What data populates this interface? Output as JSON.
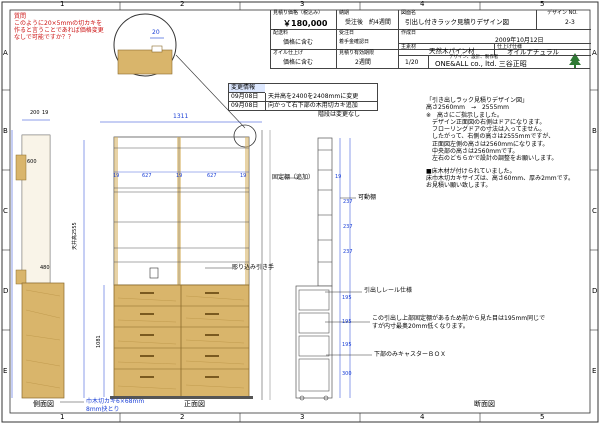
{
  "grid": {
    "columns": [
      "1",
      "2",
      "3",
      "4",
      "5"
    ],
    "rows": [
      "A",
      "B",
      "C",
      "D",
      "E"
    ]
  },
  "callout_note": [
    "質問",
    "このように20×5mmの切カキを",
    "作ると言うことであれば価格変更",
    "なしで可能ですか？？"
  ],
  "callout_dimension": "20",
  "title_block": {
    "price_label": "見積り価格（税込み）",
    "price_value": "￥180,000",
    "delivery_label": "納期",
    "delivery_terms": "受注後",
    "delivery_period": "約4週間",
    "drawing_name_label": "図面名",
    "drawing_name": "引出し付きラック見積りデザイン図",
    "drawing_no_label": "デザイン NO.",
    "drawing_no": "2-3",
    "shipping_label": "配送料",
    "shipping_value": "価格に含む",
    "order_date_label": "受注日",
    "order_check_label": "着手金確認日",
    "date_label": "作成日",
    "date_value": "2009年10月12日",
    "material_label": "主素材",
    "material_value": "天然木パイン材",
    "finish_label": "仕上げ仕様",
    "finish_value": "オイルナチュラル",
    "oil_label": "オイル仕上げ",
    "oil_value": "価格に含む",
    "validity_label": "見積り有効期限",
    "validity_value": "2週間",
    "scale": "1/20",
    "designer_label": "デザイン、設計、製作者",
    "company": "ONE&ALL co., ltd. 三谷正昭"
  },
  "change_history": {
    "header": "変更情報",
    "rows": [
      {
        "date": "09月08日",
        "text": "天井高を2400を2408mmに変更"
      },
      {
        "date": "09月08日",
        "text": "向かって右下部の木用切カキ追加"
      }
    ],
    "note": "階段は変更なし"
  },
  "notes": [
    "「引き出しラック見積りデザイン図」",
    "高さ2560mm　→　2555mm",
    "※　高さにご指示しました。",
    "　デザイン正面図の右側はドアになります。",
    "　フローリングドアの寸法は入ってません。",
    "　したがって、右側の高さは2555mmですが、",
    "　正面図左側の高さは2560mmになります。",
    "　中央部の高さは2560mmです。",
    "　左右のどちらかで設計の調整をお願いします。",
    "",
    "■床木材が付けられていました。",
    "床巾木切カキサイズは、高さ60mm、厚み2mmです。",
    "お見積い願い致します。"
  ],
  "views": {
    "side": "側面図",
    "front": "正面図",
    "section": "断面図"
  },
  "side_dims": {
    "depth_a": "200",
    "depth_b": "19",
    "top": "600",
    "mid": "480",
    "height": "天井高2555"
  },
  "front_dims": {
    "width": "1311",
    "left_inner": "627",
    "right_inner": "627",
    "post_a": "19",
    "post_b": "19",
    "post_c": "19",
    "height": "1081",
    "drawer_pull": "彫り込み引き手",
    "fixed_shelf": "固定棚（追加）",
    "movable_shelf": "可動棚"
  },
  "section_dims": {
    "shelf_a": "19",
    "shelf_b": "237",
    "shelf_c": "237",
    "shelf_d": "237",
    "rail_lbl": "引出しレール仕様",
    "drawer_a": "195",
    "drawer_b": "195",
    "drawer_c": "195",
    "drawer_d": "300",
    "rail_note": [
      "この引出し上部固定棚があるため前から見た目は195mm同じで",
      "すが内寸最奥20mm低くなります。"
    ],
    "caster_note": "下部のみキャスターＢＯＸ"
  },
  "baseboard": {
    "label": "巾木切カキ6×68mm",
    "sub": "8mm抉とり"
  },
  "colors": {
    "wood": "#d9b56b",
    "wood_dark": "#b38b3c",
    "line": "#333333",
    "blue": "#1a3fd6",
    "red": "#cc1111"
  }
}
